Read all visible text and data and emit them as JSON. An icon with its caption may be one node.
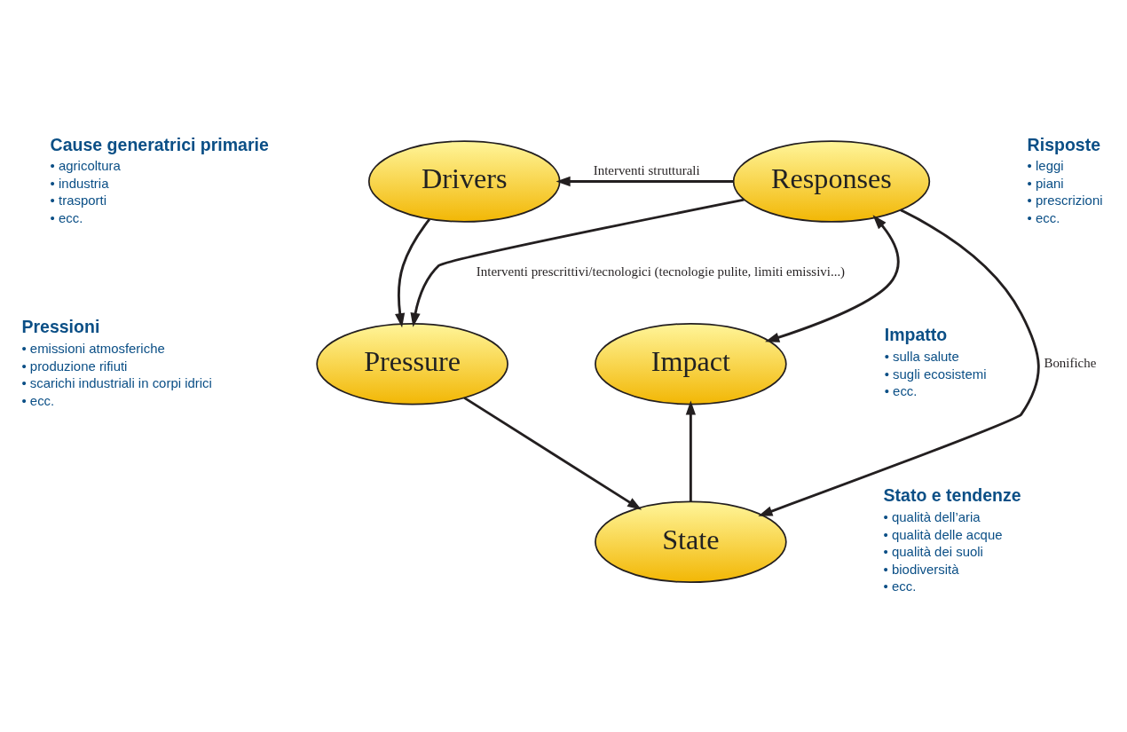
{
  "diagram": {
    "nodes": [
      {
        "text": [
          "Drivers"
        ],
        "beside": [
          "Cause generatrici primarie",
          "• agricoltura",
          "• industria",
          "• trasporti",
          "• ecc."
        ]
      },
      {
        "text": [
          "Responses"
        ],
        "beside": [
          "Risposte",
          "• leggi",
          "• piani",
          "• prescrizioni",
          "• ecc."
        ]
      },
      {
        "text": [
          "Pressure"
        ],
        "beside": [
          "Pressioni",
          "• emissioni atmosferiche",
          "• produzione rifiuti",
          "• scarichi industriali in corpi idrici",
          "• ecc."
        ]
      },
      {
        "text": [
          "Impact"
        ],
        "beside": [
          "Impatto",
          "• sulla salute",
          "• sugli ecosistemi",
          "• ecc."
        ]
      },
      {
        "text": [
          "State"
        ],
        "beside": [
          "Stato e tendenze",
          "• qualità dell’aria",
          "• qualità delle acque",
          "• qualità dei suoli",
          "• biodiversità",
          "• ecc."
        ]
      }
    ],
    "edges": [
      {
        "from": 1,
        "to": 0,
        "arrow": "to",
        "label": "Interventi strutturali"
      },
      {
        "from": 0,
        "to": 2,
        "arrow": "to"
      },
      {
        "from": 1,
        "to": 2,
        "arrow": "to",
        "label": "Interventi prescrittivi/tecnologici (tecnologie pulite, limiti emissivi...)"
      },
      {
        "from": 1,
        "to": 4,
        "arrow": "to",
        "label": "Bonifiche"
      },
      {
        "from": 1,
        "to": 3,
        "arrow": "both"
      },
      {
        "from": 2,
        "to": 4,
        "arrow": "to"
      },
      {
        "from": 4,
        "to": 3,
        "arrow": "to"
      }
    ]
  }
}
